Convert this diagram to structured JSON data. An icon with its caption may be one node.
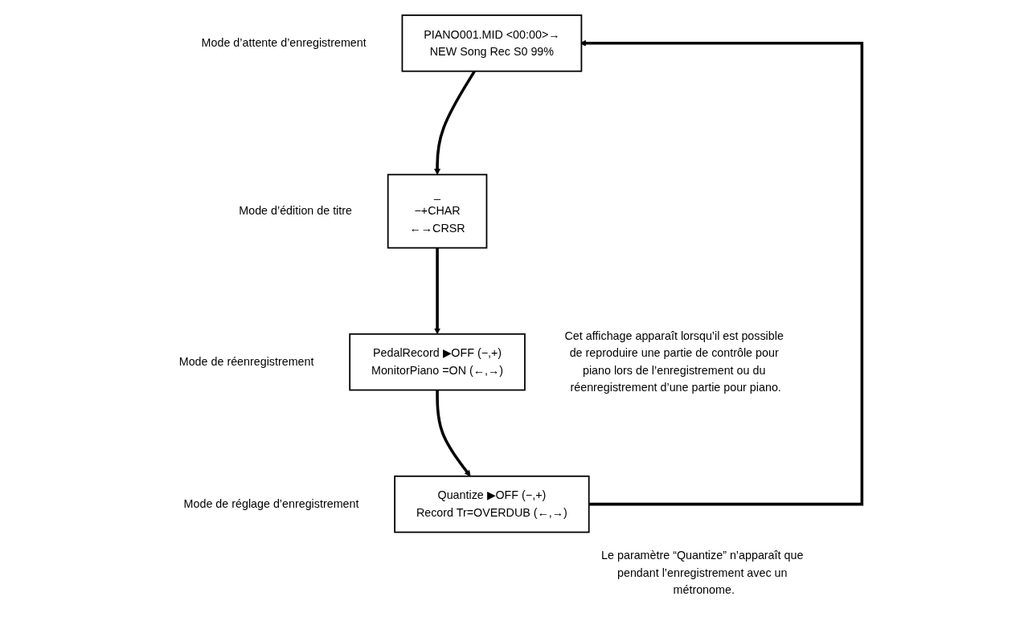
{
  "diagram": {
    "nodes": [
      {
        "text": [
          "PIANO001.MID <00:00>→",
          "NEW Song Rec S0 99%"
        ],
        "beside": [
          "Mode d’attente d’enregistrement"
        ]
      },
      {
        "text": [
          "_",
          "−+CHAR",
          "←→CRSR"
        ],
        "beside": [
          "Mode d’édition de titre"
        ]
      },
      {
        "text": [
          "PedalRecord ▶OFF (−,+)",
          "MonitorPiano =ON (←,→)"
        ],
        "beside": [
          "Mode de réenregistrement",
          "Cet affichage apparaît lorsqu’il est possible de reproduire une partie de contrôle pour piano lors de l’enregistrement ou du réenregistrement d’une partie pour piano."
        ]
      },
      {
        "text": [
          "Quantize ▶OFF (−,+)",
          "Record Tr=OVERDUB (←,→)"
        ],
        "beside": [
          "Mode de réglage d’enregistrement",
          "Le paramètre “Quantize” n’apparaît que pendant l’enregistrement avec un métronome."
        ]
      }
    ],
    "edges": [
      {
        "from": 0,
        "to": 1,
        "arrow": "to"
      },
      {
        "from": 1,
        "to": 2,
        "arrow": "to"
      },
      {
        "from": 2,
        "to": 3,
        "arrow": "to"
      },
      {
        "from": 3,
        "to": 0,
        "arrow": "to"
      }
    ]
  }
}
